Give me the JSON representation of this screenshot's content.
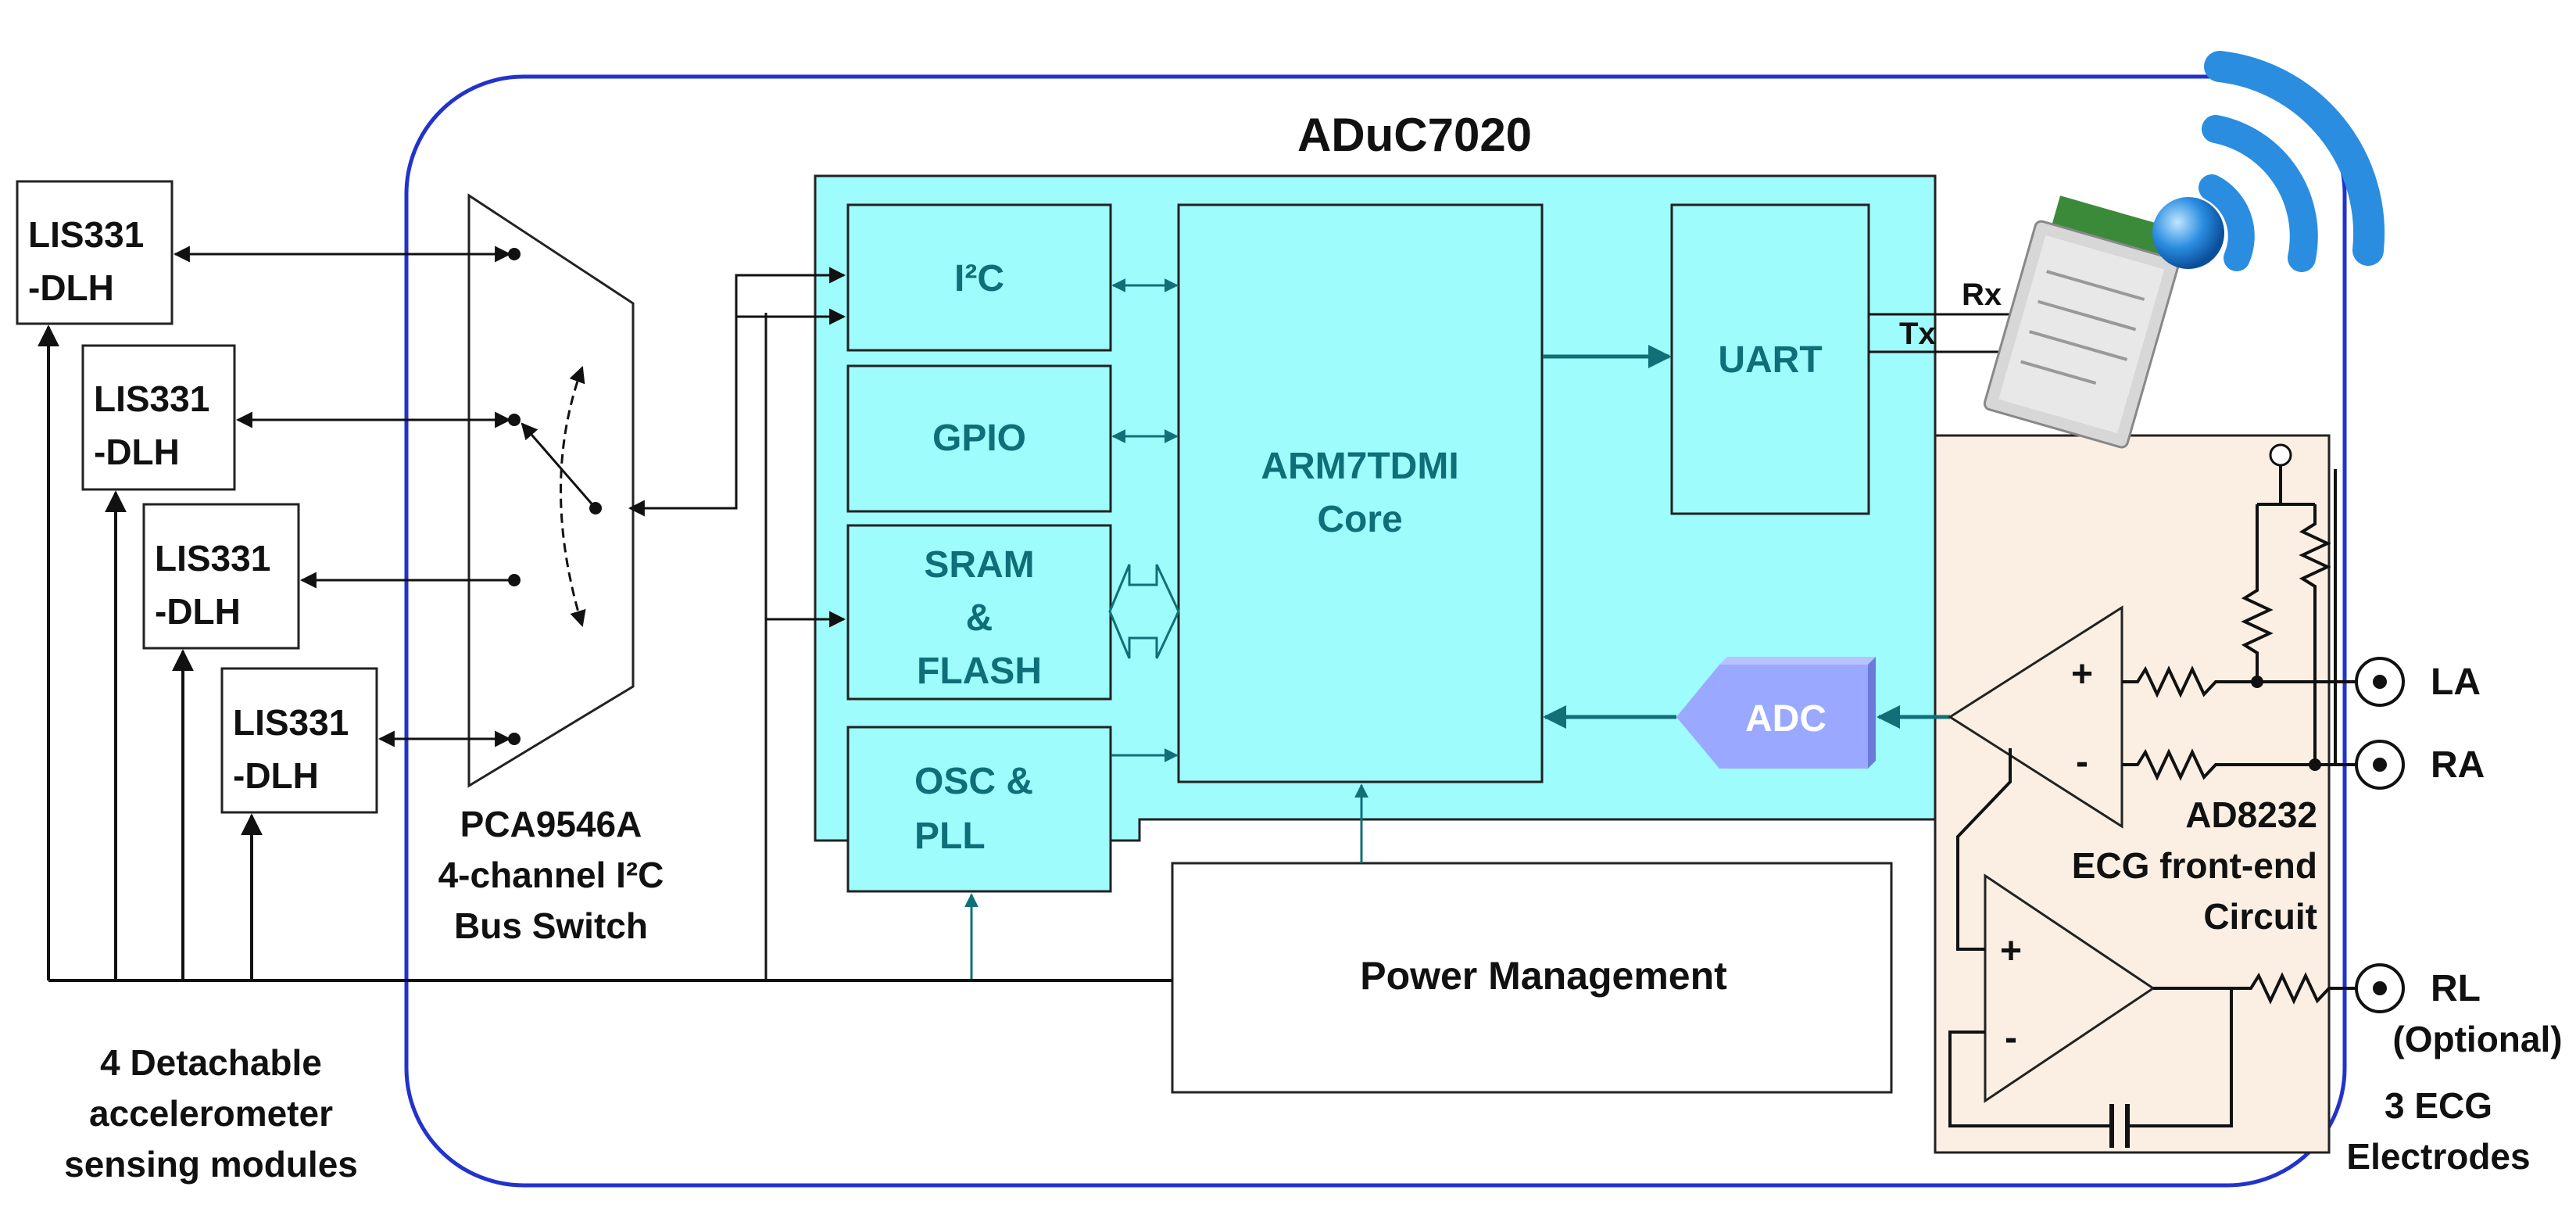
{
  "title": "ADuC7020",
  "sensors": {
    "modules": [
      {
        "line1": "LIS331",
        "line2": "-DLH"
      },
      {
        "line1": "LIS331",
        "line2": "-DLH"
      },
      {
        "line1": "LIS331",
        "line2": "-DLH"
      },
      {
        "line1": "LIS331",
        "line2": "-DLH"
      }
    ],
    "caption": [
      "4 Detachable",
      "accelerometer",
      "sensing modules"
    ]
  },
  "bus_switch": {
    "caption": [
      "PCA9546A",
      "4-channel I²C",
      "Bus Switch"
    ]
  },
  "mcu_blocks": {
    "i2c": "I²C",
    "gpio": "GPIO",
    "sram": [
      "SRAM",
      "&",
      "FLASH"
    ],
    "osc": [
      "OSC &",
      "PLL"
    ],
    "core": [
      "ARM7TDMI",
      "Core"
    ],
    "uart": "UART",
    "adc": "ADC"
  },
  "uart_signals": {
    "rx": "Rx",
    "tx": "Tx"
  },
  "power": "Power Management",
  "ecg": {
    "caption": [
      "AD8232",
      "ECG front-end",
      "Circuit"
    ],
    "plus": "+",
    "minus": "-",
    "plus2": "+",
    "minus2": "-",
    "electrodes": {
      "la": "LA",
      "ra": "RA",
      "rl": "RL",
      "rl_note": "(Optional)"
    },
    "electrodes_caption": [
      "3 ECG",
      "Electrodes"
    ]
  },
  "colors": {
    "mcu_fill": "#9ffcfc",
    "block_text": "#0f6f78",
    "arrow": "#117077",
    "ecg_fill": "#faefe2",
    "board_border": "#2233cc",
    "adc_fill": "#9aa8ff",
    "adc_side": "#6b7ad8",
    "wifi": "#2a8de0"
  }
}
